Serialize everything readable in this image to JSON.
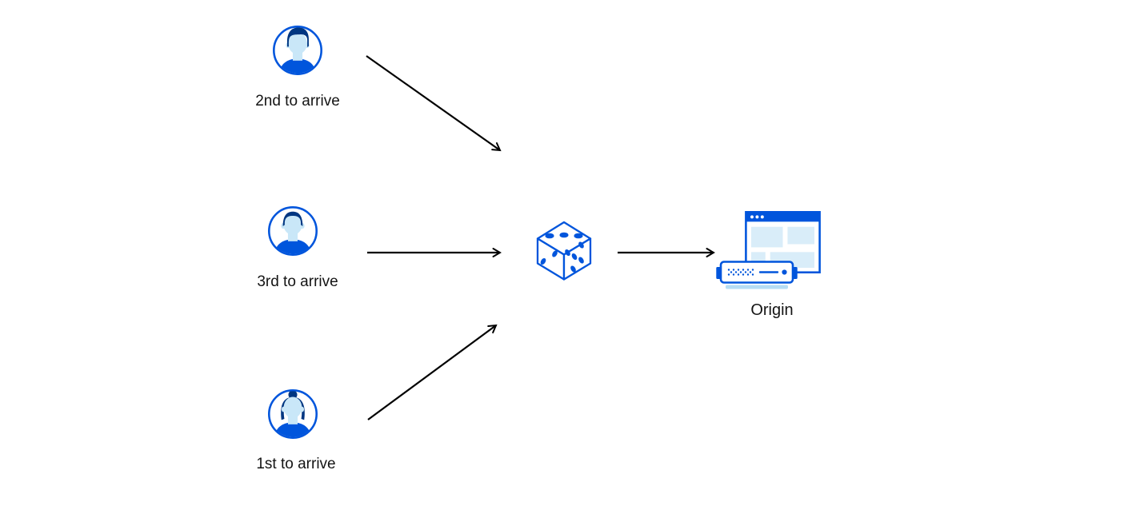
{
  "colors": {
    "primary_blue": "#0055dc",
    "dark_blue": "#003681",
    "face_light_blue": "#c9e7f8",
    "panel_light_blue": "#d9edf9",
    "shadow_pale_blue": "#b6ddf4",
    "arrow_black": "#000000",
    "label_text": "#141414",
    "background": "#ffffff"
  },
  "nodes": {
    "clients": [
      {
        "label": "2nd to arrive",
        "icon": "user-avatar-man-icon"
      },
      {
        "label": "3rd to arrive",
        "icon": "user-avatar-man-icon"
      },
      {
        "label": "1st to arrive",
        "icon": "user-avatar-woman-icon"
      }
    ],
    "router": {
      "icon": "dice-icon"
    },
    "origin": {
      "label": "Origin",
      "icons": [
        "browser-window-icon",
        "server-icon"
      ]
    }
  },
  "arrows": [
    {
      "from": "client-2nd-to-arrive",
      "to": "dice"
    },
    {
      "from": "client-3rd-to-arrive",
      "to": "dice"
    },
    {
      "from": "client-1st-to-arrive",
      "to": "dice"
    },
    {
      "from": "dice",
      "to": "origin"
    }
  ]
}
